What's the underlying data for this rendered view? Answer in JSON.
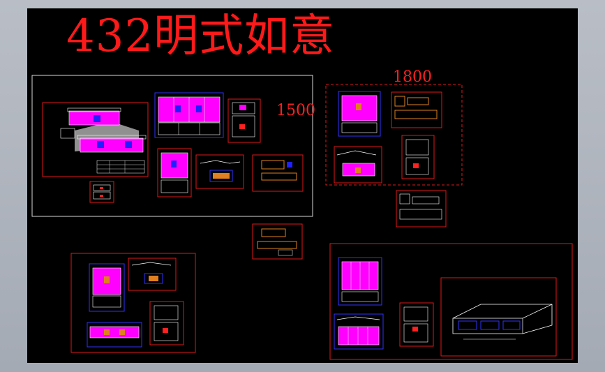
{
  "drawing": {
    "title": "432明式如意",
    "dim_width": "1800",
    "dim_depth": "1500"
  },
  "colors": {
    "background": "#000000",
    "title_red": "#ff1a1a",
    "frame_red": "#e01818",
    "panel_magenta": "#ff00ff",
    "wood_orange": "#e08020",
    "line_blue": "#3030ff",
    "line_white": "#ffffff",
    "line_yellow": "#ffff00"
  }
}
